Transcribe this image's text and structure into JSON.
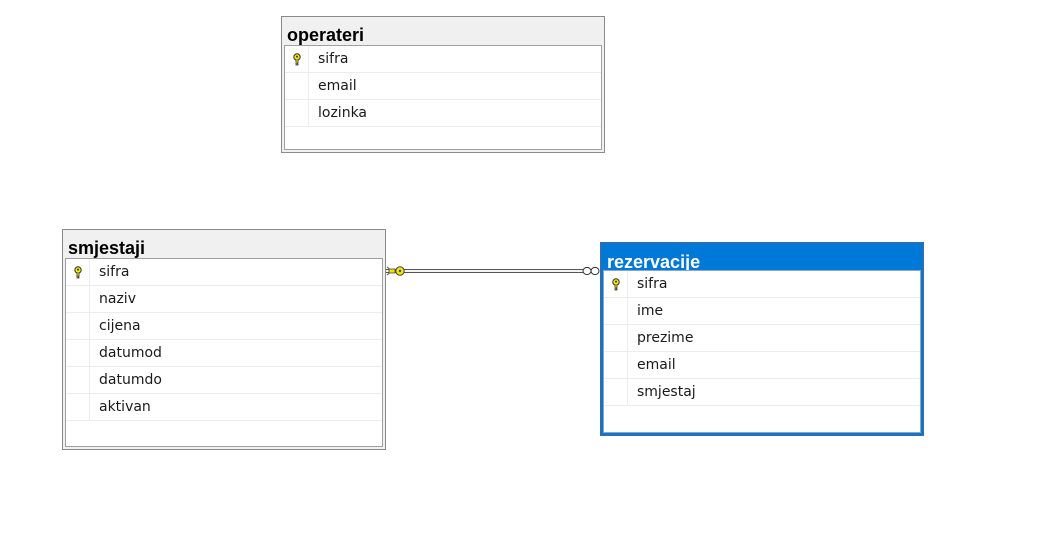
{
  "diagram": {
    "tables": {
      "operateri": {
        "title": "operateri",
        "columns": [
          {
            "name": "sifra",
            "icon": "primary-key-icon"
          },
          {
            "name": "email"
          },
          {
            "name": "lozinka"
          }
        ]
      },
      "smjestaji": {
        "title": "smjestaji",
        "columns": [
          {
            "name": "sifra",
            "icon": "primary-key-icon"
          },
          {
            "name": "naziv"
          },
          {
            "name": "cijena"
          },
          {
            "name": "datumod"
          },
          {
            "name": "datumdo"
          },
          {
            "name": "aktivan"
          }
        ]
      },
      "rezervacije": {
        "title": "rezervacije",
        "selected": true,
        "columns": [
          {
            "name": "sifra",
            "icon": "primary-key-icon"
          },
          {
            "name": "ime"
          },
          {
            "name": "prezime"
          },
          {
            "name": "email"
          },
          {
            "name": "smjestaj"
          }
        ]
      }
    },
    "relationship": {
      "from": "smjestaji",
      "to": "rezervacije",
      "from_end": "one-key-icon",
      "to_end": "infinity-many-icon"
    },
    "colors": {
      "selected_header": "#0078d7",
      "header": "#f0f0f0",
      "key": "#f2e600"
    }
  }
}
